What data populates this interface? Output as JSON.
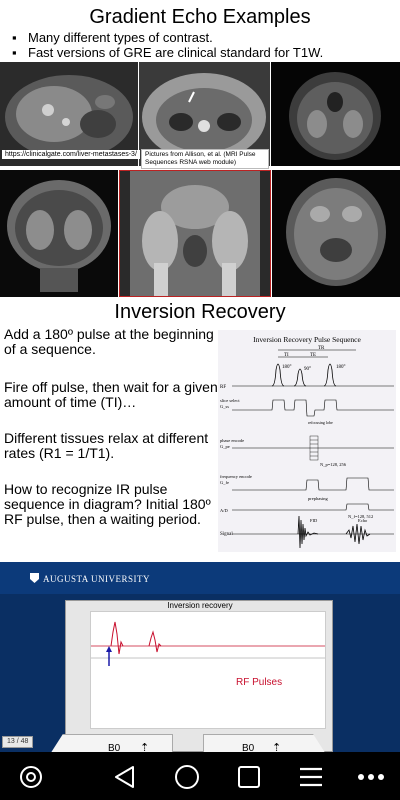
{
  "slide1": {
    "title": "Gradient Echo Examples",
    "bullets": [
      "Many different types of contrast.",
      "Fast versions of GRE are clinical standard for T1W."
    ],
    "caption_left": "https://clinicalgate.com/liver-metastases-3/",
    "caption_right": "Pictures from Allison, et al. (MRI Pulse Sequences RSNA web module)"
  },
  "slide2": {
    "title": "Inversion Recovery",
    "paragraphs": [
      "Add a 180º pulse at the beginning of a sequence.",
      "Fire off pulse, then wait for a given amount of time (TI)…",
      "Different tissues relax at different rates (R1 = 1/T1).",
      "How to recognize IR pulse sequence in diagram?  Initial 180º RF pulse, then a waiting period."
    ],
    "diagram": {
      "title": "Inversion Recovery Pulse Sequence",
      "ti_label": "TI",
      "te_label": "TE",
      "tr_label": "TR",
      "pulse_180a": "180°",
      "pulse_90": "90°",
      "pulse_180b": "180°",
      "row_rf": "RF",
      "row_slice": "slice select",
      "row_slice_sub": "G_ss",
      "row_phase": "phase encode",
      "row_phase_sub": "G_pe",
      "row_freq": "frequency encode",
      "row_freq_sub": "G_fe",
      "row_adc": "A/D",
      "row_signal": "Signal",
      "refocusing_label": "refocusing lobe",
      "dephasing_label": "prephasing",
      "np1_label": "N_p=128, 256",
      "np2_label": "N_f=128, 512",
      "fid_label": "FID",
      "echo_label": "Echo"
    }
  },
  "slide3": {
    "header": "AUGUSTA UNIVERSITY",
    "sim_title": "Inversion recovery",
    "rf_label": "RF Pulses",
    "b0_left": "B0",
    "b0_right": "B0",
    "page_counter": "13 / 48"
  },
  "colors": {
    "au_blue": "#0c3a7a",
    "rf_red": "#c8102e",
    "trace_blue": "#1a1aa8"
  },
  "navbar": {
    "icons": [
      "assistant-icon",
      "back-icon",
      "home-icon",
      "recents-icon",
      "menu-icon",
      "more-icon"
    ]
  }
}
